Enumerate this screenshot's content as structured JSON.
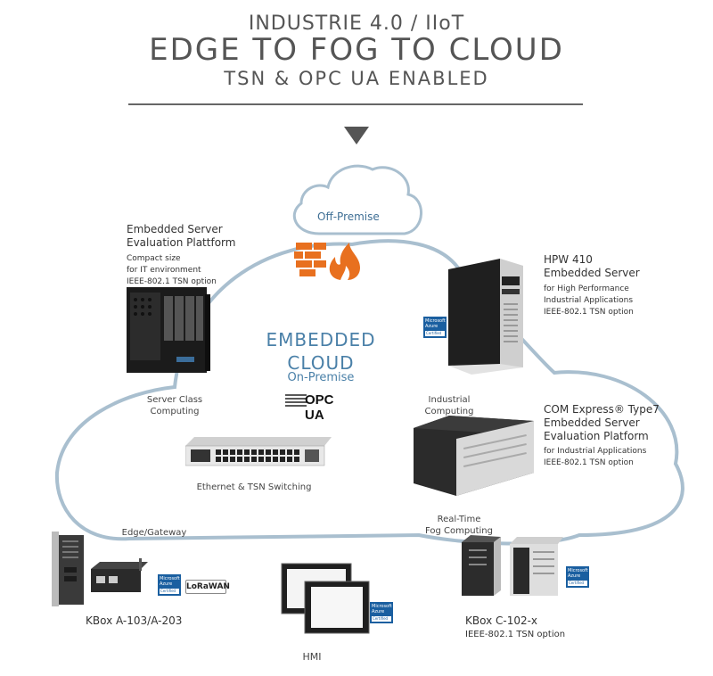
{
  "header": {
    "line1": "INDUSTRIE 4.0 / IIoT",
    "line2": "EDGE TO FOG TO CLOUD",
    "line3": "TSN & OPC UA ENABLED"
  },
  "center": {
    "off_premise": "Off-Premise",
    "embedded_1": "EMBEDDED",
    "embedded_2": "CLOUD",
    "on_premise": "On-Premise",
    "opc_ua": "OPC UA"
  },
  "server_eval": {
    "title1": "Embedded Server",
    "title2": "Evaluation Plattform",
    "sub1": "Compact size",
    "sub2": "for IT environment",
    "sub3": "IEEE-802.1 TSN option"
  },
  "hpw410": {
    "title1": "HPW 410",
    "title2": "Embedded Server",
    "sub1": "for High Performance",
    "sub2": "Industrial Applications",
    "sub3": "IEEE-802.1 TSN option"
  },
  "com_express": {
    "title1": "COM Express® Type7",
    "title2": "Embedded Server",
    "title3": "Evaluation Platform",
    "sub1": "for Industrial Applications",
    "sub2": "IEEE-802.1 TSN option"
  },
  "labels": {
    "server_class_1": "Server Class",
    "server_class_2": "Computing",
    "industrial_1": "Industrial",
    "industrial_2": "Computing",
    "ethernet": "Ethernet & TSN Switching",
    "edge": "Edge/Gateway",
    "realtime_1": "Real-Time",
    "realtime_2": "Fog Computing",
    "kbox_a": "KBox A-103/A-203",
    "hmi": "HMI",
    "kbox_c": "KBox C-102-x",
    "kbox_c_sub": "IEEE-802.1 TSN option"
  },
  "badges": {
    "ms_line1": "Microsoft",
    "ms_line2": "Azure",
    "ms_cert": "Certified",
    "lorawan": "LoRaWAN"
  },
  "colors": {
    "cloud_stroke": "#a9bfcf",
    "accent_blue": "#4a80a8",
    "firewall_orange": "#e8701f"
  }
}
